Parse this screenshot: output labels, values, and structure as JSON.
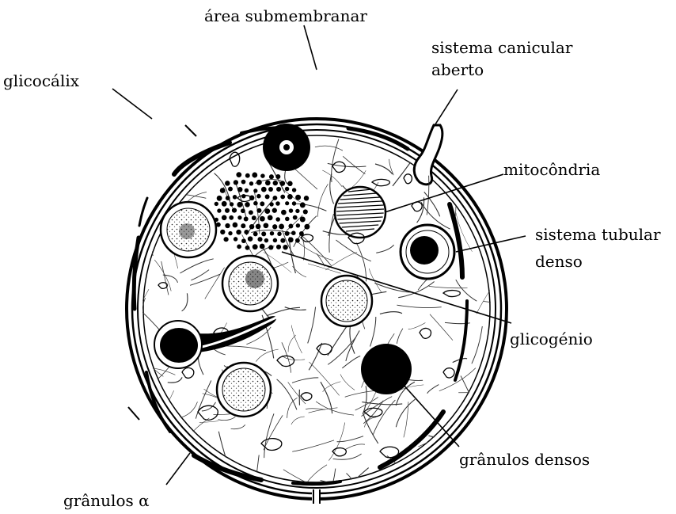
{
  "diagram": {
    "labels": {
      "submembrane_area": "área submembranar",
      "canalicular_system_line1": "sistema canicular",
      "canalicular_system_line2": "aberto",
      "glycocalyx": "glicocálix",
      "mitochondria": "mitocôndria",
      "dense_tubular_system_line1": "sistema tubular",
      "dense_tubular_system_line2": "denso",
      "glycogen": "glicogénio",
      "dense_granules": "grânulos densos",
      "alpha_granules": "grânulos α"
    }
  }
}
